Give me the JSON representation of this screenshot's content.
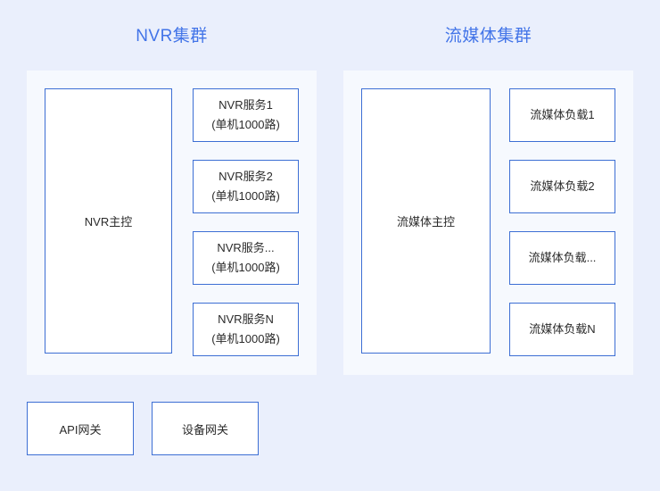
{
  "page": {
    "background_color": "#eaeffc",
    "panel_color": "#f6f9fe",
    "box_fill": "#ffffff",
    "box_border_color": "#3d6fd4",
    "title_color": "#4274e8",
    "text_color": "#2b2b2b"
  },
  "clusters": [
    {
      "title": "NVR集群",
      "master": {
        "label": "NVR主控"
      },
      "nodes": [
        {
          "line1": "NVR服务1",
          "line2": "(单机1000路)"
        },
        {
          "line1": "NVR服务2",
          "line2": "(单机1000路)"
        },
        {
          "line1": "NVR服务...",
          "line2": "(单机1000路)"
        },
        {
          "line1": "NVR服务N",
          "line2": "(单机1000路)"
        }
      ]
    },
    {
      "title": "流媒体集群",
      "master": {
        "label": "流媒体主控"
      },
      "nodes": [
        {
          "line1": "流媒体负载1",
          "line2": ""
        },
        {
          "line1": "流媒体负载2",
          "line2": ""
        },
        {
          "line1": "流媒体负载...",
          "line2": ""
        },
        {
          "line1": "流媒体负载N",
          "line2": ""
        }
      ]
    }
  ],
  "gateways": [
    {
      "label": "API网关"
    },
    {
      "label": "设备网关"
    }
  ]
}
